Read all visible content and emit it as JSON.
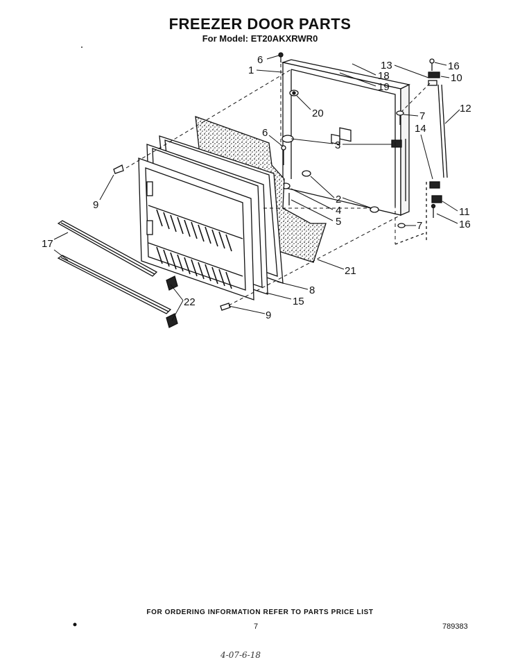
{
  "header": {
    "title": "FREEZER DOOR PARTS",
    "subtitle": "For Model: ET20AKXRWR0"
  },
  "callouts": [
    {
      "id": "c6a",
      "text": "6"
    },
    {
      "id": "c1",
      "text": "1"
    },
    {
      "id": "c13",
      "text": "13"
    },
    {
      "id": "c16a",
      "text": "16"
    },
    {
      "id": "c18",
      "text": "18"
    },
    {
      "id": "c10",
      "text": "10"
    },
    {
      "id": "c19",
      "text": "19"
    },
    {
      "id": "c12",
      "text": "12"
    },
    {
      "id": "c20",
      "text": "20"
    },
    {
      "id": "c7a",
      "text": "7"
    },
    {
      "id": "c14",
      "text": "14"
    },
    {
      "id": "c6b",
      "text": "6"
    },
    {
      "id": "c3",
      "text": "3"
    },
    {
      "id": "c2",
      "text": "2"
    },
    {
      "id": "c4",
      "text": "4"
    },
    {
      "id": "c5",
      "text": "5"
    },
    {
      "id": "c11",
      "text": "11"
    },
    {
      "id": "c16b",
      "text": "16"
    },
    {
      "id": "c7b",
      "text": "7"
    },
    {
      "id": "c9a",
      "text": "9"
    },
    {
      "id": "c17",
      "text": "17"
    },
    {
      "id": "c21",
      "text": "21"
    },
    {
      "id": "c8",
      "text": "8"
    },
    {
      "id": "c22",
      "text": "22"
    },
    {
      "id": "c15",
      "text": "15"
    },
    {
      "id": "c9b",
      "text": "9"
    }
  ],
  "footer": {
    "note": "FOR ORDERING INFORMATION REFER TO PARTS PRICE LIST",
    "page_number": "7",
    "doc_number": "789383",
    "handwriting": "4-07-6-18"
  }
}
